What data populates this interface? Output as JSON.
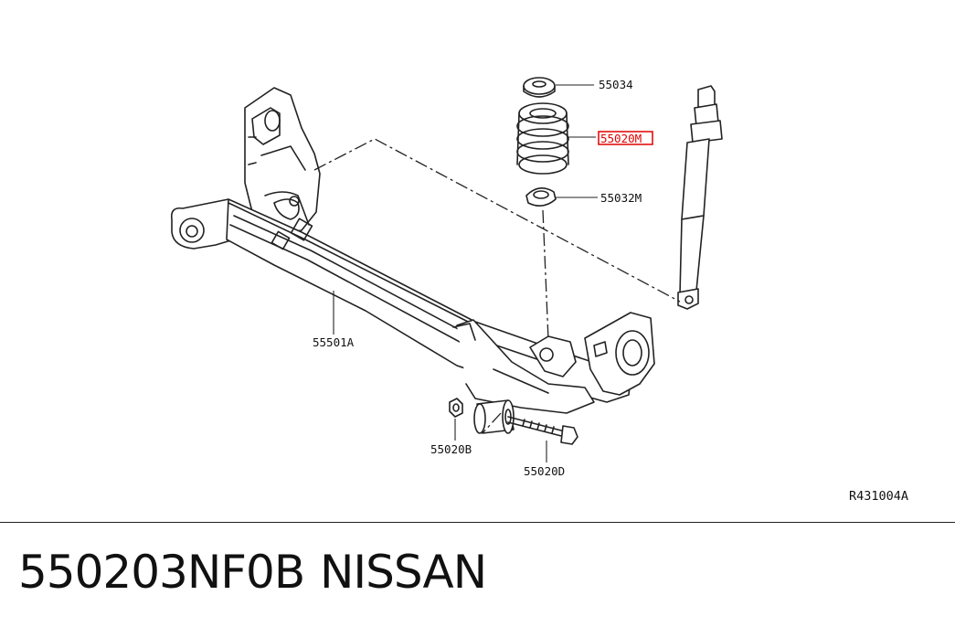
{
  "diagram": {
    "callouts": {
      "c55034": "55034",
      "c55020M": "55020M",
      "c55032M": "55032M",
      "c55501A": "55501A",
      "c55020B": "55020B",
      "c55020D": "55020D"
    },
    "reference_code": "R431004A",
    "highlight_color": "#e00000",
    "line_color": "#222222"
  },
  "footer": {
    "part_number": "550203NF0B",
    "brand": "NISSAN"
  }
}
